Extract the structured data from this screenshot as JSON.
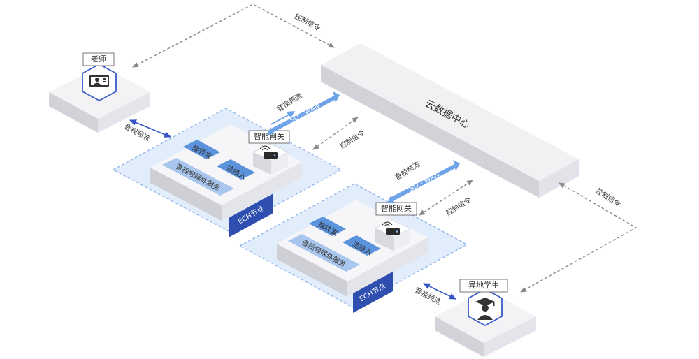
{
  "cloud": {
    "label": "云数据中心"
  },
  "teacher": {
    "label": "老师"
  },
  "student": {
    "label": "异地学生"
  },
  "node1": {
    "tag": "ECH节点",
    "gateway": "智能网关",
    "push": "推转发",
    "ingest": "流接入",
    "service": "音视频媒体服务"
  },
  "node2": {
    "tag": "ECH节点",
    "gateway": "智能网关",
    "push": "推转发",
    "ingest": "流接入",
    "service": "音视频媒体服务"
  },
  "links": {
    "control": "控制信令",
    "av_stream": "音视频流",
    "sdwan": "SD - WAN"
  },
  "colors": {
    "zone_fill": "#dbe9fb",
    "zone_stroke": "#8fb4ea",
    "accent_blue": "#5b93dd",
    "dark_tag": "#2f4fb0",
    "arrow_gray": "#8a8a8a",
    "arrow_blue": "#3556c2"
  }
}
